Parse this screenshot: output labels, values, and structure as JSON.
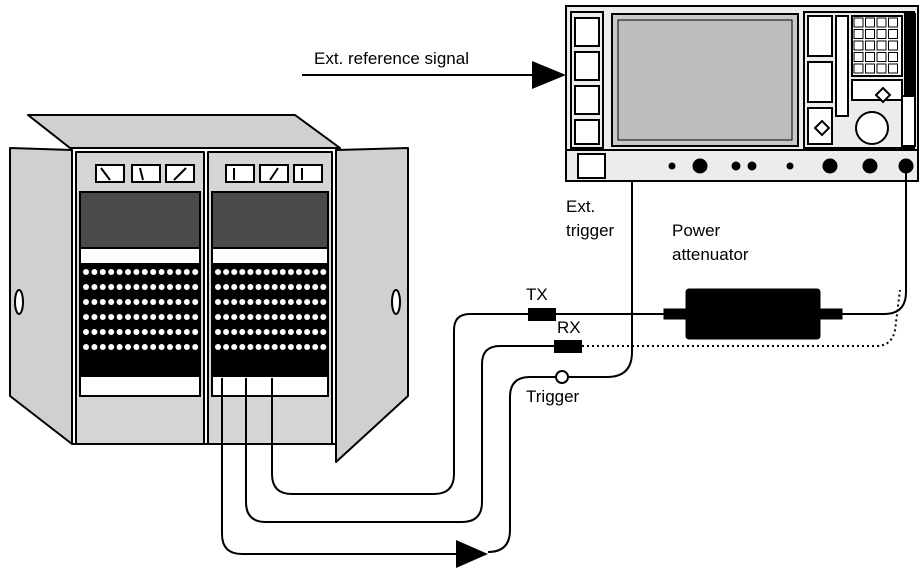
{
  "labels": {
    "ext_reference_signal": "Ext. reference signal",
    "ext_trigger_line1": "Ext.",
    "ext_trigger_line2": "trigger",
    "power_attenuator_line1": "Power",
    "power_attenuator_line2": "attenuator",
    "tx": "TX",
    "rx": "RX",
    "trigger": "Trigger"
  },
  "icons": {
    "base_station_cabinet": "base-station-cabinet-icon",
    "signal_analyzer": "signal-analyzer-icon",
    "power_attenuator": "power-attenuator-icon"
  },
  "colors": {
    "stroke": "#000000",
    "cabinet_fill": "#d8d8d8",
    "analyzer_fill": "#ececec",
    "screen_fill": "#c8c8c8"
  }
}
